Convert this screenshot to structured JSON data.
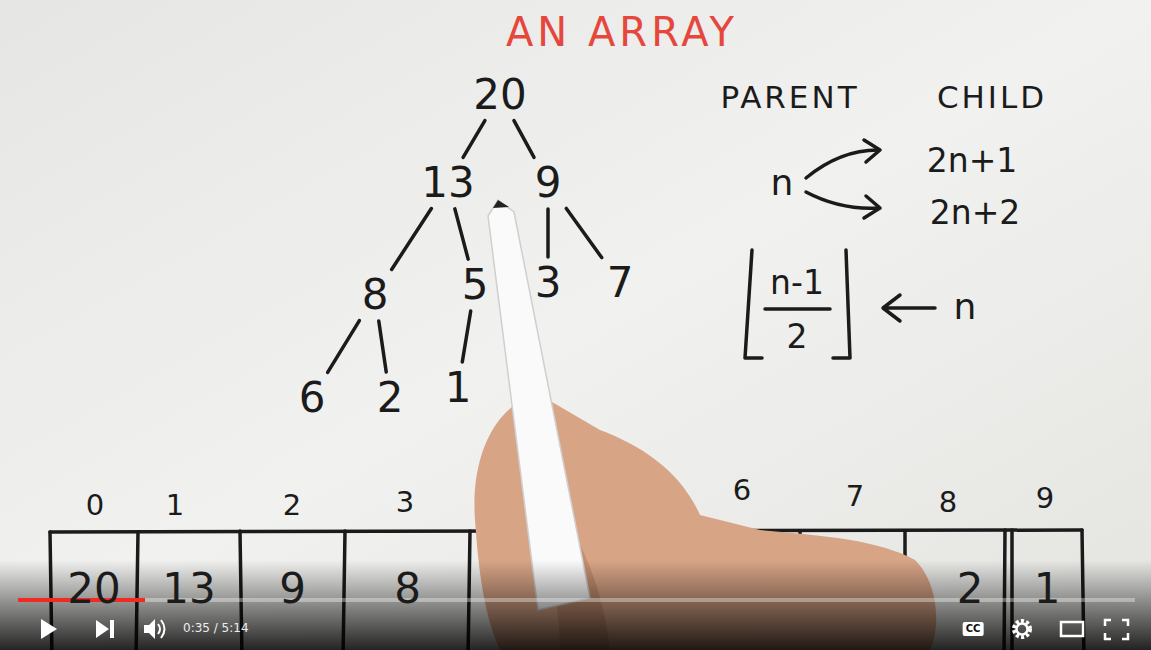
{
  "diagram": {
    "title": "AN ARRAY",
    "nodes": [
      {
        "text": [
          "20"
        ]
      },
      {
        "text": [
          "13"
        ]
      },
      {
        "text": [
          "9"
        ]
      },
      {
        "text": [
          "8"
        ]
      },
      {
        "text": [
          "5"
        ]
      },
      {
        "text": [
          "3"
        ]
      },
      {
        "text": [
          "7"
        ]
      },
      {
        "text": [
          "6"
        ]
      },
      {
        "text": [
          "2"
        ]
      },
      {
        "text": [
          "1"
        ]
      },
      {
        "text": [
          "20"
        ]
      },
      {
        "text": [
          "13"
        ]
      },
      {
        "text": [
          "9"
        ]
      },
      {
        "text": [
          "8"
        ]
      },
      {
        "text": [
          "2"
        ]
      },
      {
        "text": [
          "1"
        ]
      }
    ],
    "edges": [
      {
        "from": 0,
        "to": 1,
        "arrow": "none"
      },
      {
        "from": 0,
        "to": 2,
        "arrow": "none"
      },
      {
        "from": 1,
        "to": 3,
        "arrow": "none"
      },
      {
        "from": 1,
        "to": 4,
        "arrow": "none"
      },
      {
        "from": 2,
        "to": 5,
        "arrow": "none"
      },
      {
        "from": 2,
        "to": 6,
        "arrow": "none"
      },
      {
        "from": 3,
        "to": 7,
        "arrow": "none"
      },
      {
        "from": 3,
        "to": 8,
        "arrow": "none"
      },
      {
        "from": 4,
        "to": 9,
        "arrow": "none"
      }
    ],
    "labels": [
      "PARENT",
      "CHILD",
      "n",
      "2n+1",
      "2n+2",
      "n-1",
      "2",
      "n",
      "0",
      "1",
      "2",
      "3",
      "6",
      "7",
      "8",
      "9",
      "0:35 / 5:14",
      "CC"
    ]
  }
}
